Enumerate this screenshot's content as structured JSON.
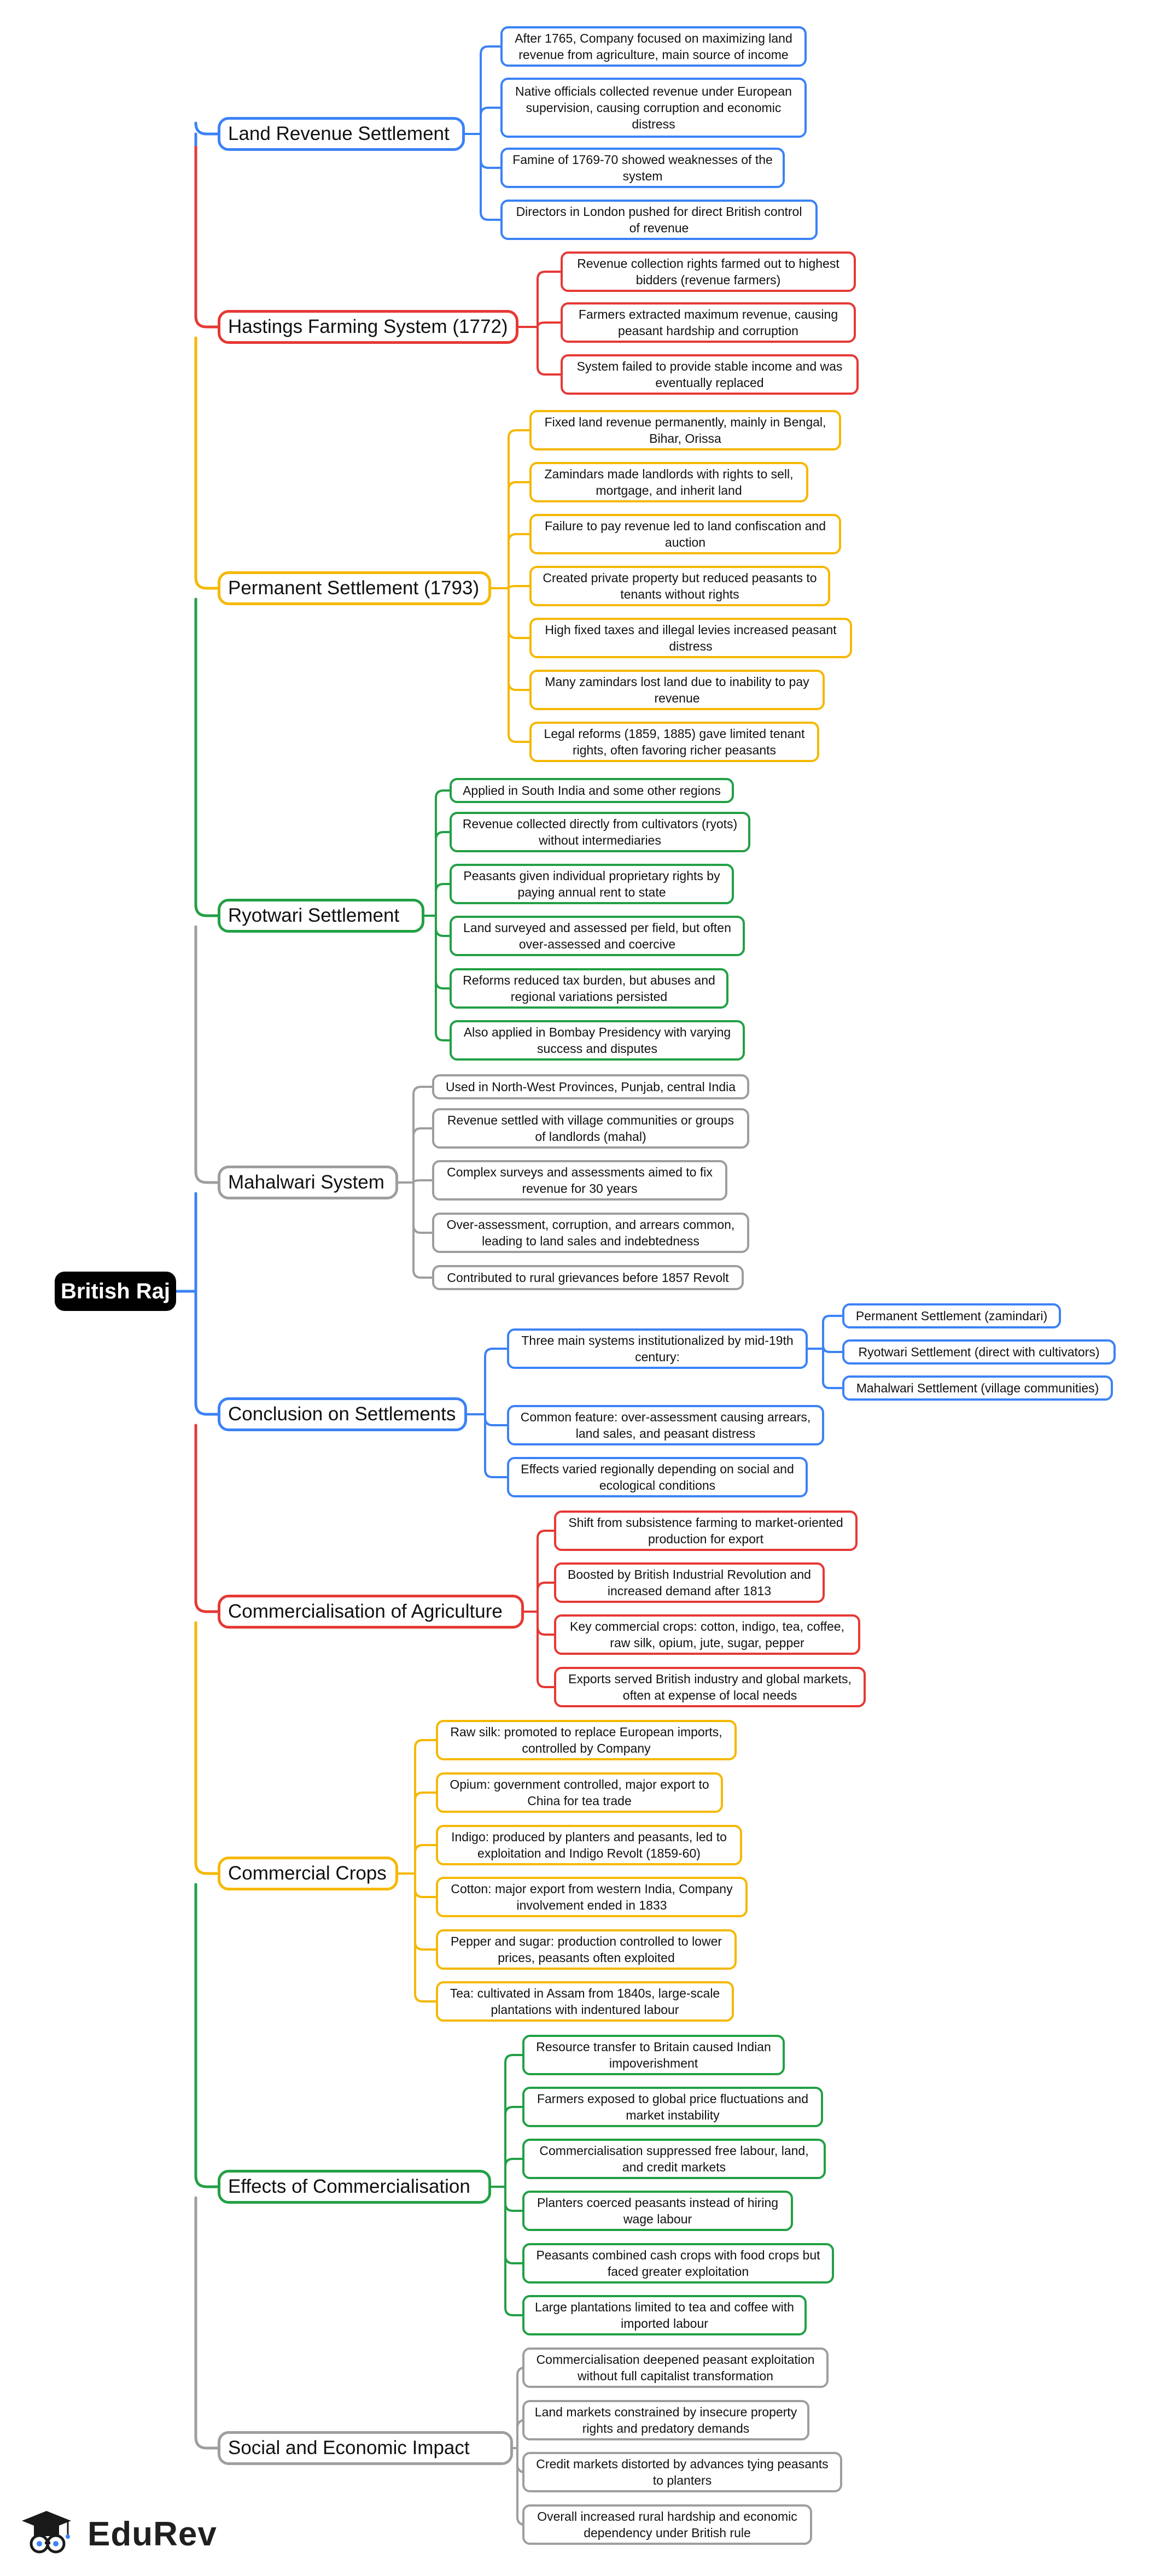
{
  "root": {
    "label": "British Raj"
  },
  "colors": {
    "blue": "#3b82f6",
    "red": "#e53935",
    "yellow": "#f5b800",
    "green": "#22a045",
    "gray": "#9e9e9e"
  },
  "branches": [
    {
      "label": "Land Revenue Settlement",
      "color": "blue",
      "children": [
        "After 1765, Company focused on maximizing land revenue from agriculture, main source of income",
        "Native officials collected revenue under European supervision, causing corruption and economic distress",
        "Famine of 1769-70 showed weaknesses of the system",
        "Directors in London pushed for direct British control of revenue"
      ]
    },
    {
      "label": "Hastings Farming System (1772)",
      "color": "red",
      "children": [
        "Revenue collection rights farmed out to highest bidders (revenue farmers)",
        "Farmers extracted maximum revenue, causing peasant hardship and corruption",
        "System failed to provide stable income and was eventually replaced"
      ]
    },
    {
      "label": "Permanent Settlement (1793)",
      "color": "yellow",
      "children": [
        "Fixed land revenue permanently, mainly in Bengal, Bihar, Orissa",
        "Zamindars made landlords with rights to sell, mortgage, and inherit land",
        "Failure to pay revenue led to land confiscation and auction",
        "Created private property but reduced peasants to tenants without rights",
        "High fixed taxes and illegal levies increased peasant distress",
        "Many zamindars lost land due to inability to pay revenue",
        "Legal reforms (1859, 1885) gave limited tenant rights, often favoring richer peasants"
      ]
    },
    {
      "label": "Ryotwari Settlement",
      "color": "green",
      "children": [
        "Applied in South India and some other regions",
        "Revenue collected directly from cultivators (ryots) without intermediaries",
        "Peasants given individual proprietary rights by paying annual rent to state",
        "Land surveyed and assessed per field, but often over-assessed and coercive",
        "Reforms reduced tax burden, but abuses and regional variations persisted",
        "Also applied in Bombay Presidency with varying success and disputes"
      ]
    },
    {
      "label": "Mahalwari System",
      "color": "gray",
      "children": [
        "Used in North-West Provinces, Punjab, central India",
        "Revenue settled with village communities or groups of landlords (mahal)",
        "Complex surveys and assessments aimed to fix revenue for 30 years",
        "Over-assessment, corruption, and arrears common, leading to land sales and indebtedness",
        "Contributed to rural grievances before 1857 Revolt"
      ]
    },
    {
      "label": "Conclusion on Settlements",
      "color": "blue",
      "children": [
        "Three main systems institutionalized by mid-19th century:",
        "Common feature: over-assessment causing arrears, land sales, and peasant distress",
        "Effects varied regionally depending on social and ecological conditions"
      ],
      "sub_children": [
        "Permanent Settlement (zamindari)",
        "Ryotwari Settlement (direct with cultivators)",
        "Mahalwari Settlement (village communities)"
      ]
    },
    {
      "label": "Commercialisation of Agriculture",
      "color": "red",
      "children": [
        "Shift from subsistence farming to market-oriented production for export",
        "Boosted by British Industrial Revolution and increased demand after 1813",
        "Key commercial crops: cotton, indigo, tea, coffee, raw silk, opium, jute, sugar, pepper",
        "Exports served British industry and global markets, often at expense of local needs"
      ]
    },
    {
      "label": "Commercial Crops",
      "color": "yellow",
      "children": [
        "Raw silk: promoted to replace European imports, controlled by Company",
        "Opium: government controlled, major export to China for tea trade",
        "Indigo: produced by planters and peasants, led to exploitation and Indigo Revolt (1859-60)",
        "Cotton: major export from western India, Company involvement ended in 1833",
        "Pepper and sugar: production controlled to lower prices, peasants often exploited",
        "Tea: cultivated in Assam from 1840s, large-scale plantations with indentured labour"
      ]
    },
    {
      "label": "Effects of Commercialisation",
      "color": "green",
      "children": [
        "Resource transfer to Britain caused Indian impoverishment",
        "Farmers exposed to global price fluctuations and market instability",
        "Commercialisation suppressed free labour, land, and credit markets",
        "Planters coerced peasants instead of hiring wage labour",
        "Peasants combined cash crops with food crops but faced greater exploitation",
        "Large plantations limited to tea and coffee with imported labour"
      ]
    },
    {
      "label": "Social and Economic Impact",
      "color": "gray",
      "children": [
        "Commercialisation deepened peasant exploitation without full capitalist transformation",
        "Land markets constrained by insecure property rights and predatory demands",
        "Credit markets distorted by advances tying peasants to planters",
        "Overall increased rural hardship and economic dependency under British rule"
      ]
    }
  ],
  "logo": {
    "text": "EduRev"
  }
}
